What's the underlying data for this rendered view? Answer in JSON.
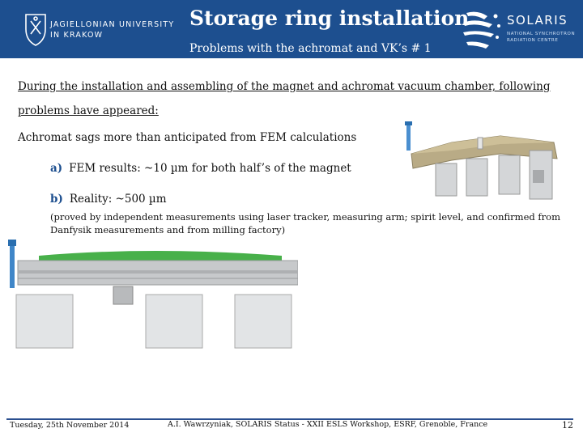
{
  "header": {
    "title": "Storage ring installation",
    "subtitle": "Problems with the achromat and VK’s # 1",
    "left_logo_text": "JAGIELLONIAN UNIVERSITY\nIN KRAKOW",
    "right_logo_name": "SOLARIS",
    "right_logo_sub": "NATIONAL SYNCHROTRON\nRADIATION CENTRE",
    "header_color": "#1d4f8f"
  },
  "content": {
    "intro": "During the installation and assembling of the magnet and achromat vacuum chamber, following problems have appeared:",
    "line1": "Achromat sags more than anticipated from FEM calculations",
    "bullets": [
      {
        "marker": "a)",
        "text": "FEM results: ~10 µm for both half’s of the magnet"
      },
      {
        "marker": "b)",
        "text": "Reality: ~500 µm"
      }
    ],
    "note": "(proved by independent measurements using laser tracker, measuring arm; spirit level, and confirmed from Danfysik measurements and from milling factory)"
  },
  "footer": {
    "date": "Tuesday, 25th November 2014",
    "center": "A.I. Wawrzyniak, SOLARIS Status - XXII ESLS Workshop, ESRF, Grenoble, France",
    "page": "12"
  }
}
